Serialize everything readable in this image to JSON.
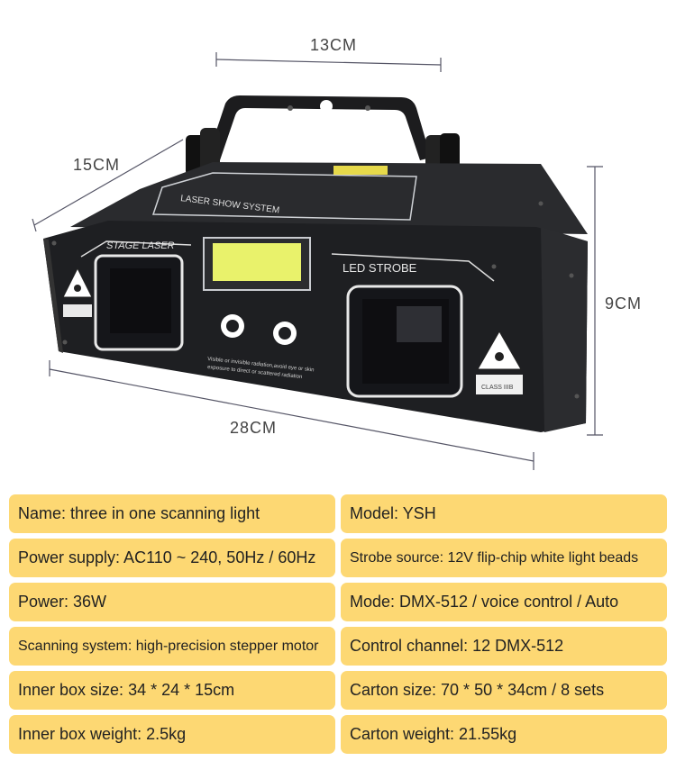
{
  "dimensions": {
    "top": "13CM",
    "left": "15CM",
    "right": "9CM",
    "bottom": "28CM"
  },
  "device_labels": {
    "top_panel": "LASER SHOW SYSTEM",
    "stage_laser": "STAGE LASER",
    "led_strobe": "LED STROBE",
    "warning_line1": "Visible or invisible radiation,avoid eye or skin",
    "warning_line2": "exposure to direct or scattered radiation",
    "class_label": "CLASS IIIB"
  },
  "specs": [
    {
      "left": "Name: three in one scanning light",
      "right": "Model: YSH"
    },
    {
      "left": "Power supply: AC110 ~ 240, 50Hz / 60Hz",
      "right": "Strobe source: 12V flip-chip white light beads"
    },
    {
      "left": "Power: 36W",
      "right": "Mode: DMX-512 / voice control / Auto"
    },
    {
      "left": "Scanning system: high-precision stepper motor",
      "right": "Control channel: 12 DMX-512"
    },
    {
      "left": "Inner box size: 34 * 24 * 15cm",
      "right": "Carton size: 70 * 50 * 34cm / 8 sets"
    },
    {
      "left": "Inner box weight: 2.5kg",
      "right": "Carton weight: 21.55kg"
    }
  ]
}
